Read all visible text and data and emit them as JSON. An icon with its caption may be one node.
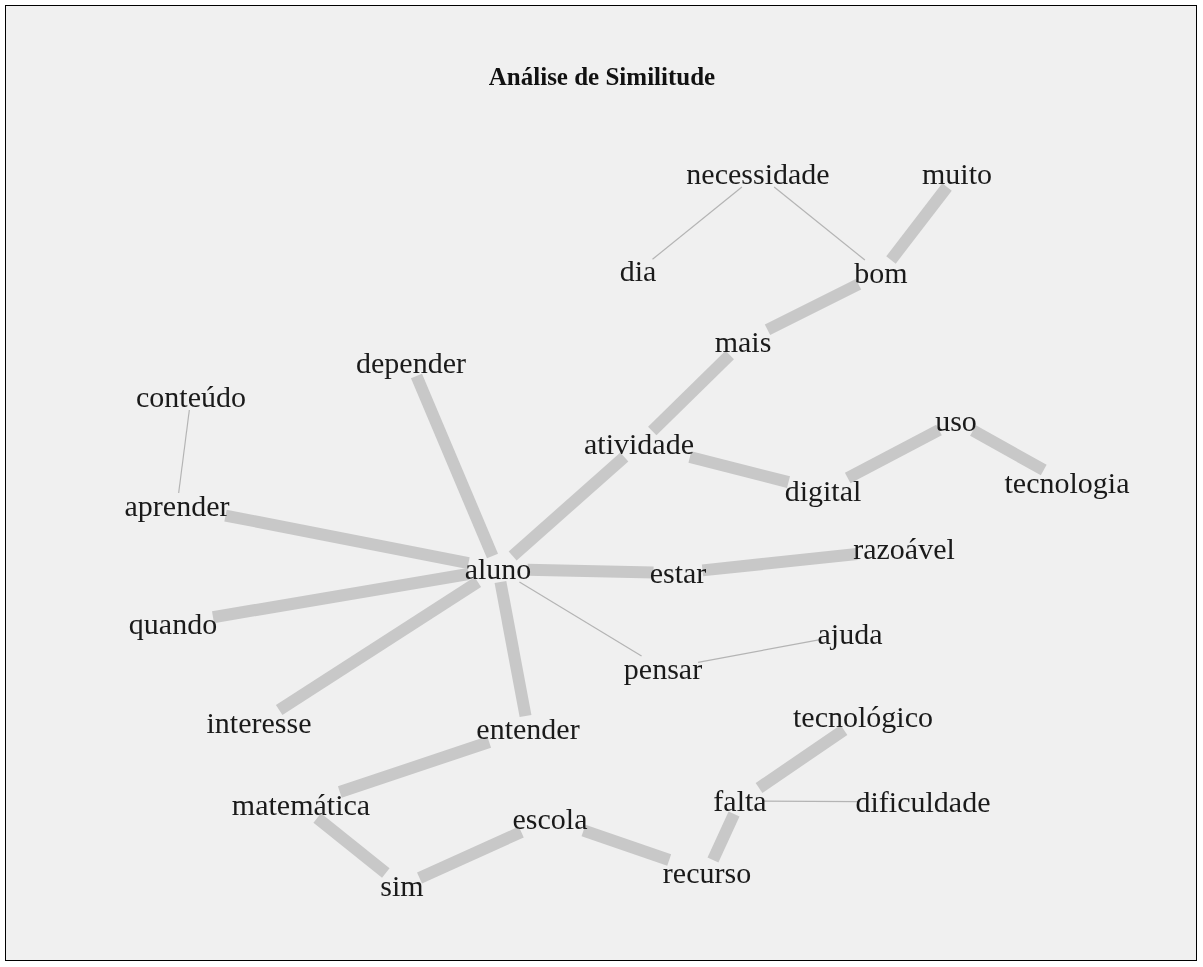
{
  "diagram": {
    "title": "Análise de Similitude",
    "nodes": [
      {
        "text": [
          "necessidade"
        ]
      },
      {
        "text": [
          "muito"
        ]
      },
      {
        "text": [
          "dia"
        ]
      },
      {
        "text": [
          "bom"
        ]
      },
      {
        "text": [
          "mais"
        ]
      },
      {
        "text": [
          "depender"
        ]
      },
      {
        "text": [
          "conteúdo"
        ]
      },
      {
        "text": [
          "uso"
        ]
      },
      {
        "text": [
          "atividade"
        ]
      },
      {
        "text": [
          "digital"
        ]
      },
      {
        "text": [
          "tecnologia"
        ]
      },
      {
        "text": [
          "aprender"
        ]
      },
      {
        "text": [
          "aluno"
        ]
      },
      {
        "text": [
          "razoável"
        ]
      },
      {
        "text": [
          "estar"
        ]
      },
      {
        "text": [
          "quando"
        ]
      },
      {
        "text": [
          "ajuda"
        ]
      },
      {
        "text": [
          "pensar"
        ]
      },
      {
        "text": [
          "interesse"
        ]
      },
      {
        "text": [
          "tecnológico"
        ]
      },
      {
        "text": [
          "entender"
        ]
      },
      {
        "text": [
          "matemática"
        ]
      },
      {
        "text": [
          "falta"
        ]
      },
      {
        "text": [
          "dificuldade"
        ]
      },
      {
        "text": [
          "escola"
        ]
      },
      {
        "text": [
          "sim"
        ]
      },
      {
        "text": [
          "recurso"
        ]
      }
    ],
    "edges": [
      {
        "from": 0,
        "to": 2,
        "arrow": "none",
        "color": "#b4b4b4"
      },
      {
        "from": 0,
        "to": 3,
        "arrow": "none",
        "color": "#b4b4b4"
      },
      {
        "from": 1,
        "to": 3,
        "arrow": "none"
      },
      {
        "from": 3,
        "to": 4,
        "arrow": "none"
      },
      {
        "from": 4,
        "to": 8,
        "arrow": "none"
      },
      {
        "from": 8,
        "to": 12,
        "arrow": "none"
      },
      {
        "from": 8,
        "to": 9,
        "arrow": "none"
      },
      {
        "from": 9,
        "to": 7,
        "arrow": "none"
      },
      {
        "from": 7,
        "to": 10,
        "arrow": "none"
      },
      {
        "from": 6,
        "to": 11,
        "arrow": "none",
        "color": "#b4b4b4"
      },
      {
        "from": 11,
        "to": 12,
        "arrow": "none"
      },
      {
        "from": 5,
        "to": 12,
        "arrow": "none"
      },
      {
        "from": 15,
        "to": 12,
        "arrow": "none"
      },
      {
        "from": 18,
        "to": 12,
        "arrow": "none"
      },
      {
        "from": 20,
        "to": 12,
        "arrow": "none"
      },
      {
        "from": 12,
        "to": 14,
        "arrow": "none"
      },
      {
        "from": 14,
        "to": 13,
        "arrow": "none"
      },
      {
        "from": 12,
        "to": 17,
        "arrow": "none",
        "color": "#b4b4b4"
      },
      {
        "from": 17,
        "to": 16,
        "arrow": "none",
        "color": "#b4b4b4"
      },
      {
        "from": 20,
        "to": 21,
        "arrow": "none"
      },
      {
        "from": 21,
        "to": 25,
        "arrow": "none"
      },
      {
        "from": 25,
        "to": 24,
        "arrow": "none"
      },
      {
        "from": 24,
        "to": 26,
        "arrow": "none"
      },
      {
        "from": 26,
        "to": 22,
        "arrow": "none"
      },
      {
        "from": 22,
        "to": 19,
        "arrow": "none"
      },
      {
        "from": 22,
        "to": 23,
        "arrow": "none",
        "color": "#b4b4b4"
      }
    ]
  }
}
